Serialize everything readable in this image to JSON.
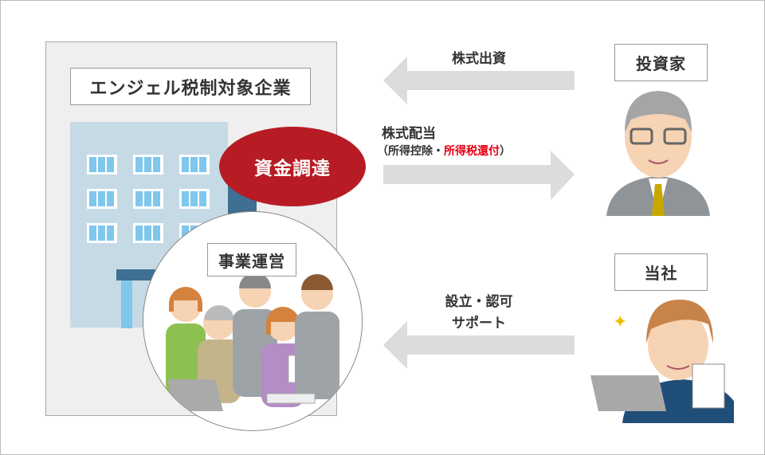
{
  "company": {
    "label": "エンジェル税制対象企業",
    "funding_badge": "資金調達",
    "operations_label": "事業運営"
  },
  "flows": {
    "investment": "株式出資",
    "dividend": "株式配当",
    "dividend_note_open": "（所得控除・",
    "dividend_note_red": "所得税還付",
    "dividend_note_close": "）",
    "support_line1": "設立・認可",
    "support_line2": "サポート"
  },
  "actors": {
    "investor": "投資家",
    "us": "当社"
  },
  "colors": {
    "accent_red": "#b71c24",
    "note_red": "#e60012",
    "arrow": "#dcdcdc",
    "building": "#c6dae5",
    "window": "#7fc7ec"
  }
}
